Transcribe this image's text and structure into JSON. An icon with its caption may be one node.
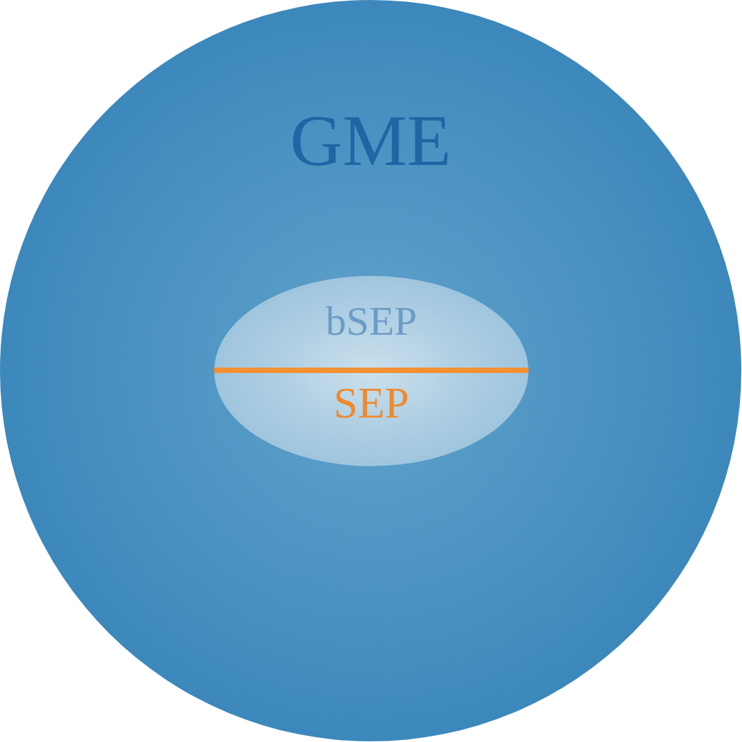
{
  "diagram": {
    "nodes": [
      {
        "text": [
          "GME"
        ]
      },
      {
        "text": [
          "bSEP"
        ],
        "in": 0
      },
      {
        "text": [
          "SEP"
        ],
        "in": 1
      }
    ]
  }
}
